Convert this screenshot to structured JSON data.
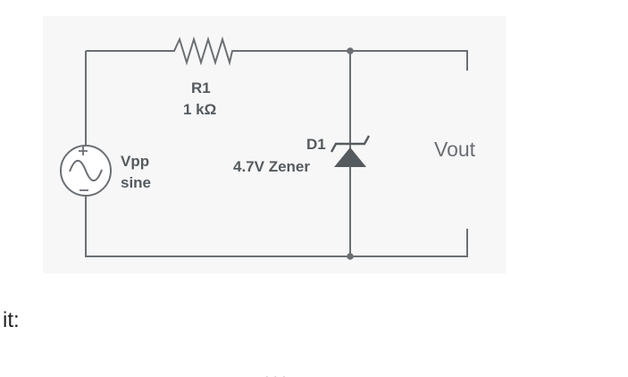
{
  "diagram": {
    "resistor": {
      "ref": "R1",
      "value": "1 kΩ"
    },
    "source": {
      "name": "Vpp",
      "type": "sine"
    },
    "diode": {
      "ref": "D1",
      "value": "4.7V Zener"
    },
    "output": {
      "label": "Vout"
    }
  },
  "text": {
    "caption": "it:",
    "truncated": "..."
  }
}
